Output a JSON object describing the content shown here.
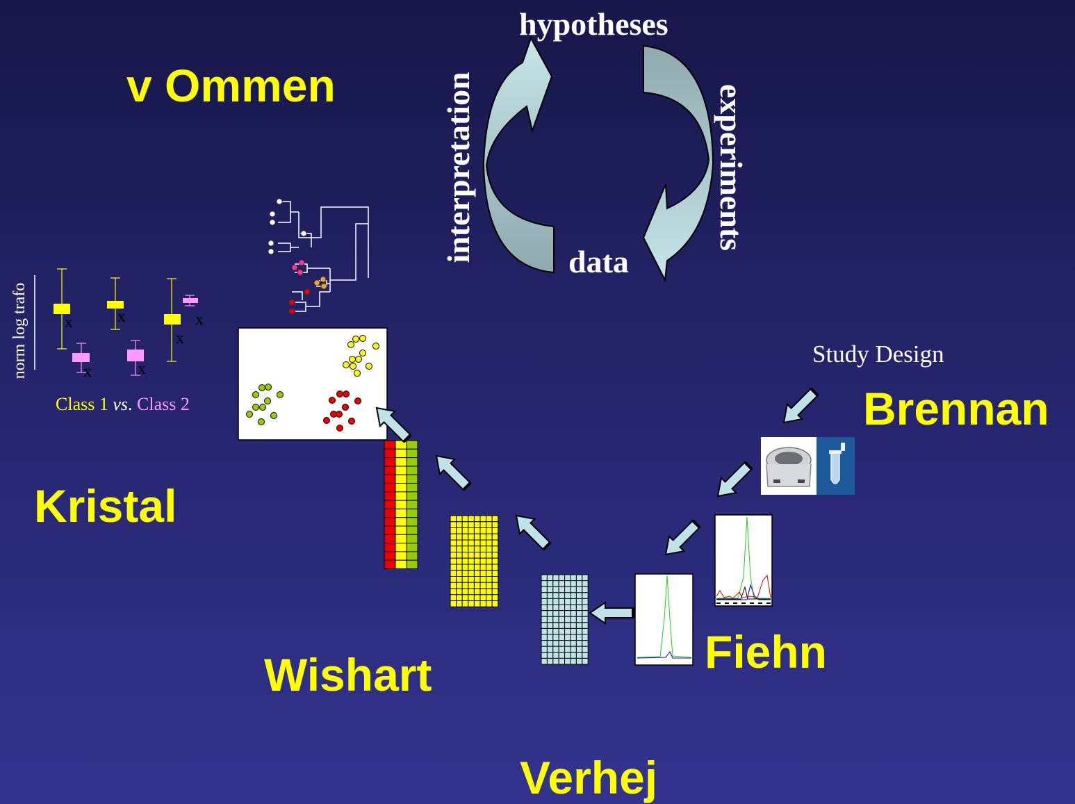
{
  "cycle": {
    "hypotheses": "hypotheses",
    "interpretation": "interpretation",
    "experiments": "experiments",
    "data": "data"
  },
  "names": {
    "ommen": "v Ommen",
    "kristal": "Kristal",
    "wishart": "Wishart",
    "verhej": "Verhej",
    "fiehn": "Fiehn",
    "brennan": "Brennan"
  },
  "study_design": "Study Design",
  "boxplot": {
    "ylabel": "norm log trafo",
    "class1": "Class 1",
    "vs": "vs",
    "dot": ".",
    "class2": "Class 2",
    "marker": "x"
  },
  "colors": {
    "background": "#24246b",
    "name_text": "#ffff00",
    "arrow_fill": "#bfe3e8",
    "class1": "#ffff00",
    "class2": "#ff99ff",
    "cluster_yellow": "#ffff00",
    "cluster_green": "#99cc00",
    "cluster_red": "#ee0000"
  },
  "icons": [
    "centrifuge-icon",
    "sample-tube-icon"
  ]
}
